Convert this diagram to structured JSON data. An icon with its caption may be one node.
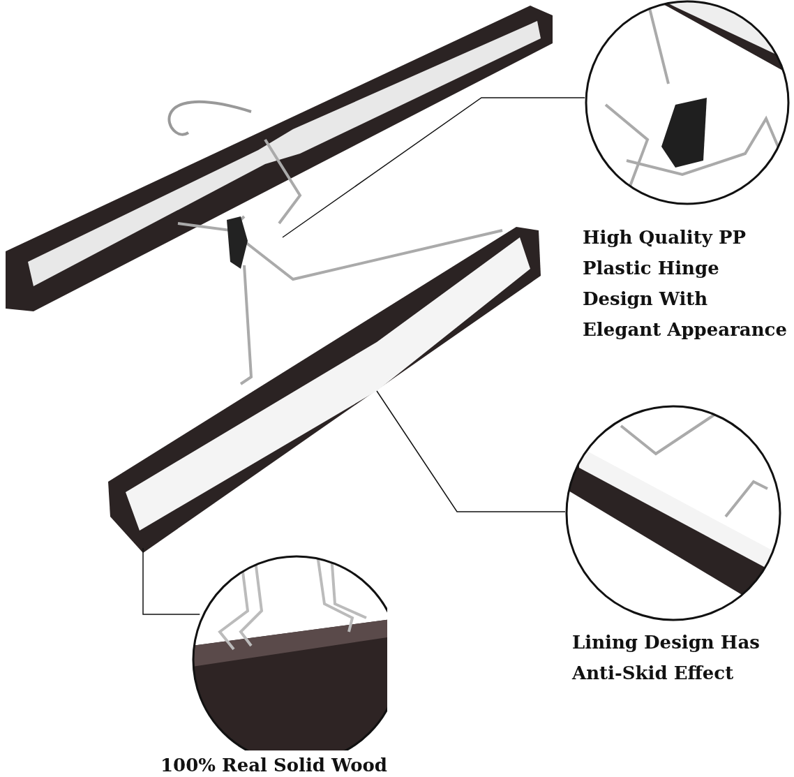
{
  "diagram": {
    "nodes": [
      {
        "text": [],
        "shape": "picture"
      },
      {
        "text": [],
        "shape": "picture",
        "beside": [
          "High Quality PP Plastic Hinge Design With Elegant Appearance"
        ]
      },
      {
        "text": [],
        "shape": "picture",
        "beside": [
          "Lining Design Has Anti-Skid Effect"
        ]
      },
      {
        "text": [],
        "shape": "picture",
        "beside": [
          "100% Real Solid Wood"
        ]
      }
    ],
    "edges": [
      {
        "from": 0,
        "to": 1,
        "arrow": "none"
      },
      {
        "from": 0,
        "to": 2,
        "arrow": "none"
      },
      {
        "from": 0,
        "to": 3,
        "arrow": "none"
      }
    ]
  }
}
